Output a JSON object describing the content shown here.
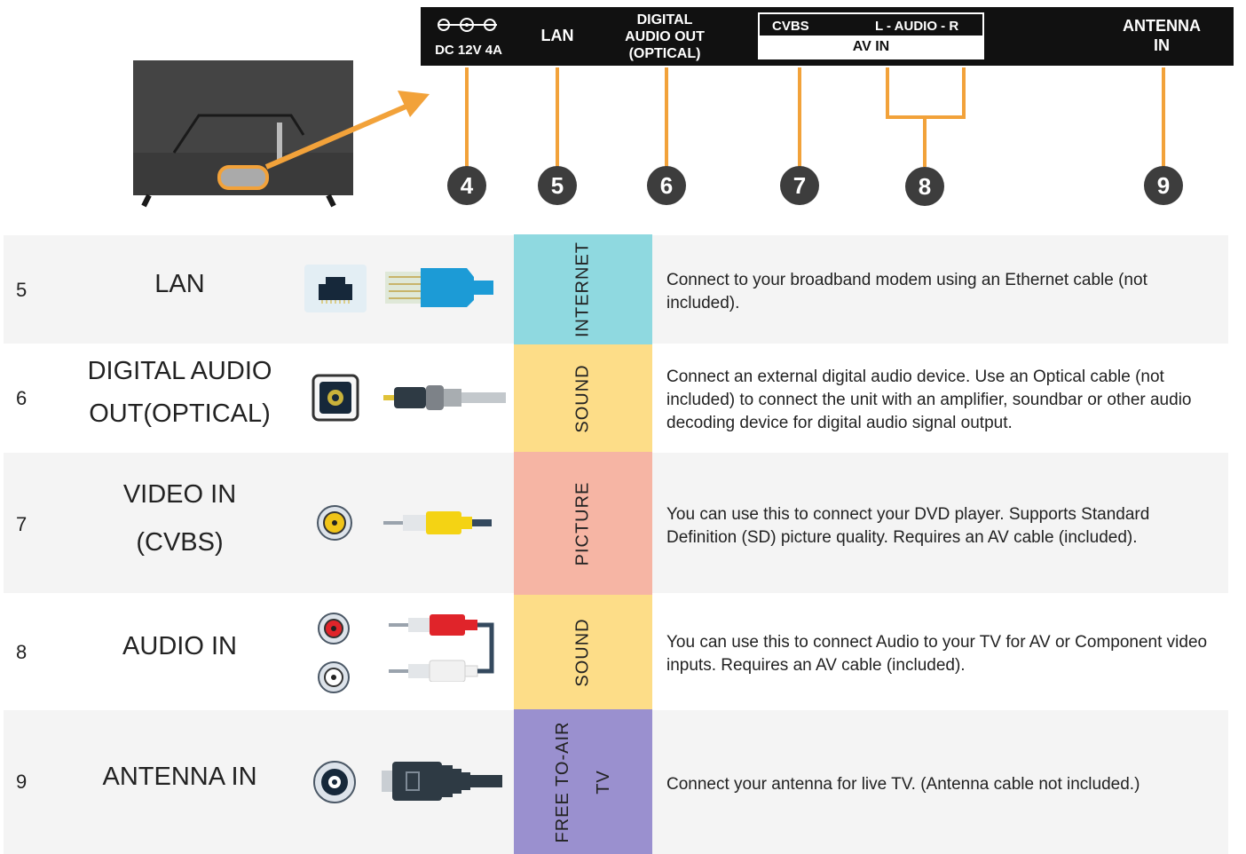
{
  "panel": {
    "dc_label": "DC 12V 4A",
    "lan_label": "LAN",
    "optical_label": [
      "DIGITAL",
      "AUDIO OUT",
      "(OPTICAL)"
    ],
    "cvbs_label": "CVBS",
    "audio_lr_label": "L - AUDIO - R",
    "av_in_label": "AV IN",
    "antenna_label": [
      "ANTENNA",
      "IN"
    ]
  },
  "markers": [
    "4",
    "5",
    "6",
    "7",
    "8",
    "9"
  ],
  "colors": {
    "orange": "#f2a23a",
    "panel": "#111111",
    "badge": "#3d3d3d",
    "internet": "#8fd9e0",
    "sound": "#fddd88",
    "picture": "#f6b5a4",
    "freetoair": "#9a90cf"
  },
  "rows": [
    {
      "num": "5",
      "name": [
        "LAN"
      ],
      "category": [
        "INTERNET"
      ],
      "icon": "ethernet-port-icon",
      "cable": "ethernet-cable-icon",
      "description": "Connect to your broadband modem using an Ethernet cable (not included)."
    },
    {
      "num": "6",
      "name": [
        "DIGITAL AUDIO",
        "OUT(OPTICAL)"
      ],
      "category": [
        "SOUND"
      ],
      "icon": "optical-port-icon",
      "cable": "optical-cable-icon",
      "description": "Connect an external digital audio device. Use an Optical cable (not included) to connect the unit with an amplifier, soundbar or other audio decoding device for digital audio signal output."
    },
    {
      "num": "7",
      "name": [
        "VIDEO IN",
        "(CVBS)"
      ],
      "category": [
        "PICTURE"
      ],
      "icon": "rca-yellow-port-icon",
      "cable": "rca-yellow-cable-icon",
      "description": "You can use this to connect your DVD player. Supports Standard Definition (SD) picture quality. Requires an AV cable (included)."
    },
    {
      "num": "8",
      "name": [
        "AUDIO IN"
      ],
      "category": [
        "SOUND"
      ],
      "icon": "rca-audio-ports-icon",
      "cable": "rca-audio-cable-icon",
      "description": "You can use this to connect Audio to your TV for AV or Component video inputs. Requires an AV cable (included)."
    },
    {
      "num": "9",
      "name": [
        "ANTENNA IN"
      ],
      "category": [
        "FREE TO-AIR",
        "TV"
      ],
      "icon": "antenna-port-icon",
      "cable": "antenna-cable-icon",
      "description": "Connect your antenna for live TV. (Antenna cable not included.)"
    }
  ]
}
